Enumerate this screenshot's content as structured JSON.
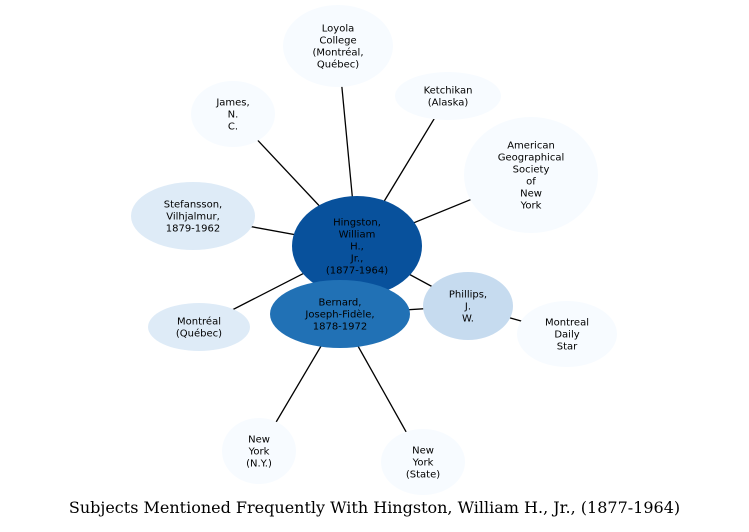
{
  "caption": "Subjects Mentioned Frequently With Hingston, William H., Jr., (1877-1964)",
  "colors": {
    "center": "#08519c",
    "secondary": "#2171b5",
    "light": "#c6dbef",
    "lighter": "#deebf7",
    "faint": "#f7fbff",
    "edge": "#000000",
    "text_dark": "#000000",
    "text_light": "#ffffff"
  },
  "nodes": [
    {
      "id": "loyola",
      "lines": [
        "Loyola",
        "College",
        "(Montréal,",
        "Québec)"
      ],
      "shade": "faint"
    },
    {
      "id": "james",
      "lines": [
        "James,",
        "N.",
        "C."
      ],
      "shade": "faint"
    },
    {
      "id": "ketchikan",
      "lines": [
        "Ketchikan",
        "(Alaska)"
      ],
      "shade": "faint"
    },
    {
      "id": "ags",
      "lines": [
        "American",
        "Geographical",
        "Society",
        "of",
        "New",
        "York"
      ],
      "shade": "faint"
    },
    {
      "id": "stefansson",
      "lines": [
        "Stefansson,",
        "Vilhjalmur,",
        "1879-1962"
      ],
      "shade": "lighter"
    },
    {
      "id": "hingston",
      "lines": [
        "Hingston,",
        "William",
        "H.,",
        "Jr.,",
        "(1877-1964)"
      ],
      "shade": "center"
    },
    {
      "id": "bernard",
      "lines": [
        "Bernard,",
        "Joseph-Fidèle,",
        "1878-1972"
      ],
      "shade": "secondary"
    },
    {
      "id": "phillips",
      "lines": [
        "Phillips,",
        "J.",
        "W."
      ],
      "shade": "light"
    },
    {
      "id": "montreal",
      "lines": [
        "Montréal",
        "(Québec)"
      ],
      "shade": "lighter"
    },
    {
      "id": "mds",
      "lines": [
        "Montreal",
        "Daily",
        "Star"
      ],
      "shade": "faint"
    },
    {
      "id": "nyny",
      "lines": [
        "New",
        "York",
        "(N.Y.)"
      ],
      "shade": "faint"
    },
    {
      "id": "nystate",
      "lines": [
        "New",
        "York",
        "(State)"
      ],
      "shade": "faint"
    }
  ],
  "edges": [
    [
      "hingston",
      "loyola"
    ],
    [
      "hingston",
      "james"
    ],
    [
      "hingston",
      "ketchikan"
    ],
    [
      "hingston",
      "ags"
    ],
    [
      "hingston",
      "stefansson"
    ],
    [
      "hingston",
      "montreal"
    ],
    [
      "hingston",
      "phillips"
    ],
    [
      "hingston",
      "bernard"
    ],
    [
      "bernard",
      "phillips"
    ],
    [
      "phillips",
      "mds"
    ],
    [
      "bernard",
      "nyny"
    ],
    [
      "bernard",
      "nystate"
    ]
  ]
}
